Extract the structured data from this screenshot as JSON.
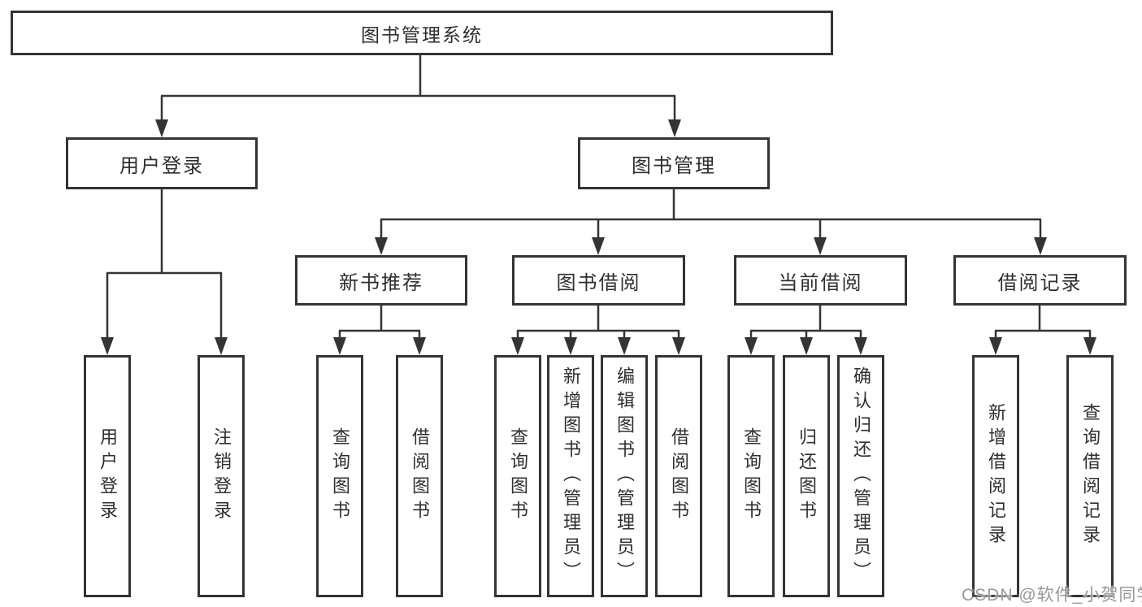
{
  "colors": {
    "line": "#343434",
    "box_border": "#343434",
    "text": "#2f2f2f",
    "watermark": "#999999",
    "background": "#ffffff"
  },
  "watermark": {
    "text": "CSDN @软件_小贺同学"
  },
  "tree": {
    "root": {
      "label": "图书管理系统"
    },
    "branches": [
      {
        "label": "用户登录",
        "children": [
          {
            "label": "用户登录"
          },
          {
            "label": "注销登录"
          }
        ]
      },
      {
        "label": "图书管理",
        "children": [
          {
            "label": "新书推荐",
            "children": [
              {
                "label": "查询图书"
              },
              {
                "label": "借阅图书"
              }
            ]
          },
          {
            "label": "图书借阅",
            "children": [
              {
                "label": "查询图书"
              },
              {
                "label": "新增图书（管理员）"
              },
              {
                "label": "编辑图书（管理员）"
              },
              {
                "label": "借阅图书"
              }
            ]
          },
          {
            "label": "当前借阅",
            "children": [
              {
                "label": "查询图书"
              },
              {
                "label": "归还图书"
              },
              {
                "label": "确认归还（管理员）"
              }
            ]
          },
          {
            "label": "借阅记录",
            "children": [
              {
                "label": "新增借阅记录"
              },
              {
                "label": "查询借阅记录"
              }
            ]
          }
        ]
      }
    ]
  }
}
